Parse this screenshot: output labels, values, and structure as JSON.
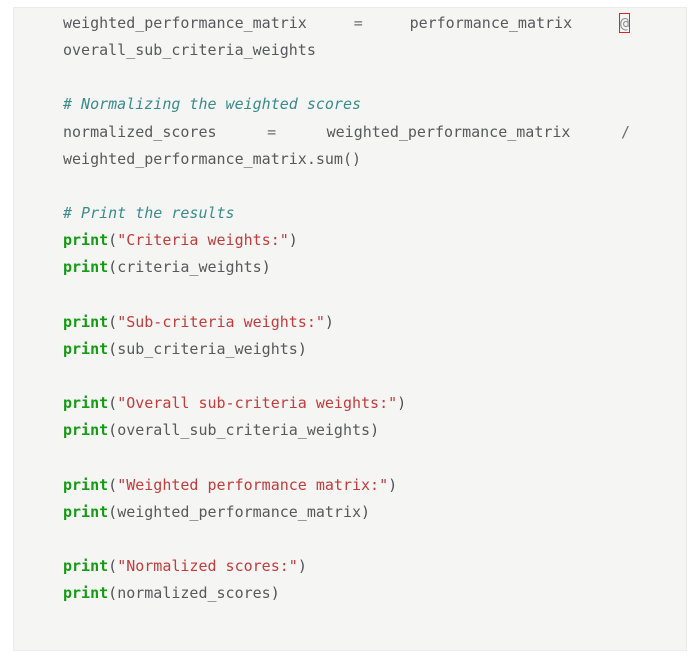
{
  "colors": {
    "page_background": "#ffffff",
    "panel_background": "#f5f5f4",
    "panel_border": "#ebecec",
    "code_text": "#58595b",
    "keyword_green": "#149b14",
    "string_red": "#c33b3b",
    "comment_teal": "#3a8b8b",
    "error_border_red": "#e42222"
  },
  "code": {
    "blocks": [
      {
        "paragraphs": [
          [
            {
              "t": "weighted_performance_matrix",
              "y": "n"
            },
            {
              "t": " ",
              "y": "w"
            },
            {
              "t": "=",
              "y": "o"
            },
            {
              "t": " ",
              "y": "w"
            },
            {
              "t": "performance_matrix",
              "y": "n"
            },
            {
              "t": " ",
              "y": "w"
            },
            {
              "t": "@",
              "y": "e"
            },
            {
              "t": " ",
              "y": "w"
            },
            {
              "t": "overall_sub_criteria_weights",
              "y": "n"
            }
          ]
        ]
      },
      {
        "paragraphs": [
          [
            {
              "t": "# Normalizing the weighted scores",
              "y": "c"
            }
          ],
          [
            {
              "t": "normalized_scores",
              "y": "n"
            },
            {
              "t": " ",
              "y": "w"
            },
            {
              "t": "=",
              "y": "o"
            },
            {
              "t": " ",
              "y": "w"
            },
            {
              "t": "weighted_performance_matrix",
              "y": "n"
            },
            {
              "t": " ",
              "y": "w"
            },
            {
              "t": "/",
              "y": "o"
            },
            {
              "t": " ",
              "y": "w"
            },
            {
              "t": "weighted_performance_matrix.sum()",
              "y": "n"
            }
          ]
        ]
      },
      {
        "paragraphs": [
          [
            {
              "t": "# Print the results",
              "y": "c"
            }
          ],
          [
            {
              "t": "print",
              "y": "k"
            },
            {
              "t": "(",
              "y": "p"
            },
            {
              "t": "\"Criteria weights:\"",
              "y": "s"
            },
            {
              "t": ")",
              "y": "p"
            }
          ],
          [
            {
              "t": "print",
              "y": "k"
            },
            {
              "t": "(",
              "y": "p"
            },
            {
              "t": "criteria_weights",
              "y": "n"
            },
            {
              "t": ")",
              "y": "p"
            }
          ]
        ]
      },
      {
        "paragraphs": [
          [
            {
              "t": "print",
              "y": "k"
            },
            {
              "t": "(",
              "y": "p"
            },
            {
              "t": "\"Sub-criteria weights:\"",
              "y": "s"
            },
            {
              "t": ")",
              "y": "p"
            }
          ],
          [
            {
              "t": "print",
              "y": "k"
            },
            {
              "t": "(",
              "y": "p"
            },
            {
              "t": "sub_criteria_weights",
              "y": "n"
            },
            {
              "t": ")",
              "y": "p"
            }
          ]
        ]
      },
      {
        "paragraphs": [
          [
            {
              "t": "print",
              "y": "k"
            },
            {
              "t": "(",
              "y": "p"
            },
            {
              "t": "\"Overall sub-criteria weights:\"",
              "y": "s"
            },
            {
              "t": ")",
              "y": "p"
            }
          ],
          [
            {
              "t": "print",
              "y": "k"
            },
            {
              "t": "(",
              "y": "p"
            },
            {
              "t": "overall_sub_criteria_weights",
              "y": "n"
            },
            {
              "t": ")",
              "y": "p"
            }
          ]
        ]
      },
      {
        "paragraphs": [
          [
            {
              "t": "print",
              "y": "k"
            },
            {
              "t": "(",
              "y": "p"
            },
            {
              "t": "\"Weighted performance matrix:\"",
              "y": "s"
            },
            {
              "t": ")",
              "y": "p"
            }
          ],
          [
            {
              "t": "print",
              "y": "k"
            },
            {
              "t": "(",
              "y": "p"
            },
            {
              "t": "weighted_performance_matrix",
              "y": "n"
            },
            {
              "t": ")",
              "y": "p"
            }
          ]
        ]
      },
      {
        "paragraphs": [
          [
            {
              "t": "print",
              "y": "k"
            },
            {
              "t": "(",
              "y": "p"
            },
            {
              "t": "\"Normalized scores:\"",
              "y": "s"
            },
            {
              "t": ")",
              "y": "p"
            }
          ],
          [
            {
              "t": "print",
              "y": "k"
            },
            {
              "t": "(",
              "y": "p"
            },
            {
              "t": "normalized_scores",
              "y": "n"
            },
            {
              "t": ")",
              "y": "p"
            }
          ]
        ]
      }
    ]
  }
}
